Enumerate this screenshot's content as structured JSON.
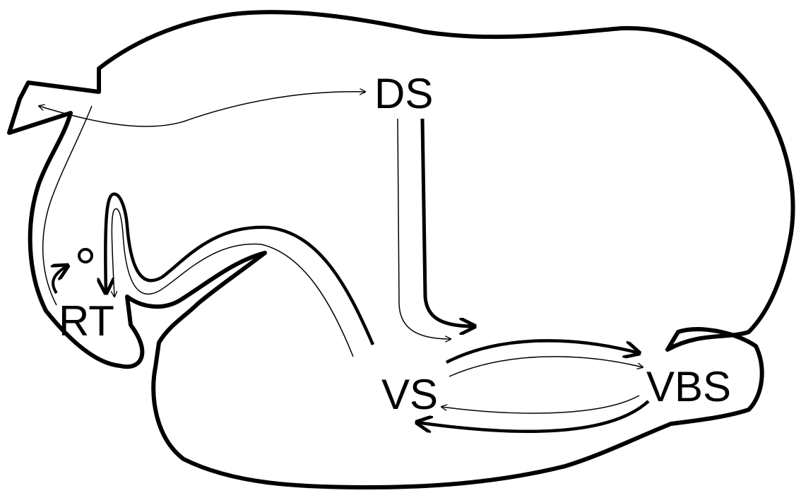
{
  "diagram": {
    "labels": {
      "ds": "DS",
      "rt": "RT",
      "vs": "VS",
      "vbs": "VBS"
    },
    "colors": {
      "stroke": "#000000",
      "background": "#ffffff"
    },
    "icons": {
      "rt_loop": "circular-arrow-icon",
      "rt_circle": "circle-icon"
    }
  }
}
